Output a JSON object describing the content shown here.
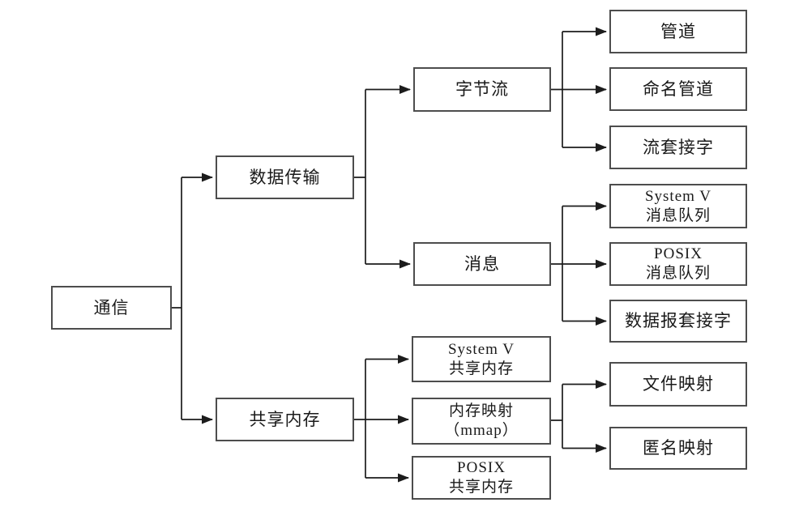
{
  "diagram": {
    "title": "ipc-communication-taxonomy",
    "colors": {
      "background": "#ffffff",
      "box_border": "#4d4d4d",
      "line": "#1c1c1c",
      "text": "#1a1a1a"
    },
    "nodes": {
      "root": {
        "label": "通信"
      },
      "data_transfer": {
        "label": "数据传输"
      },
      "shared_memory": {
        "label": "共享内存"
      },
      "byte_stream": {
        "label": "字节流"
      },
      "message": {
        "label": "消息"
      },
      "sysv_shm": {
        "label": "System V\n共享内存"
      },
      "mmap": {
        "label": "内存映射\n（mmap）"
      },
      "posix_shm": {
        "label": "POSIX\n共享内存"
      },
      "pipe": {
        "label": "管道"
      },
      "named_pipe": {
        "label": "命名管道"
      },
      "stream_socket": {
        "label": "流套接字"
      },
      "sysv_mq": {
        "label": "System V\n消息队列"
      },
      "posix_mq": {
        "label": "POSIX\n消息队列"
      },
      "datagram_socket": {
        "label": "数据报套接字"
      },
      "file_mapping": {
        "label": "文件映射"
      },
      "anon_mapping": {
        "label": "匿名映射"
      }
    }
  }
}
